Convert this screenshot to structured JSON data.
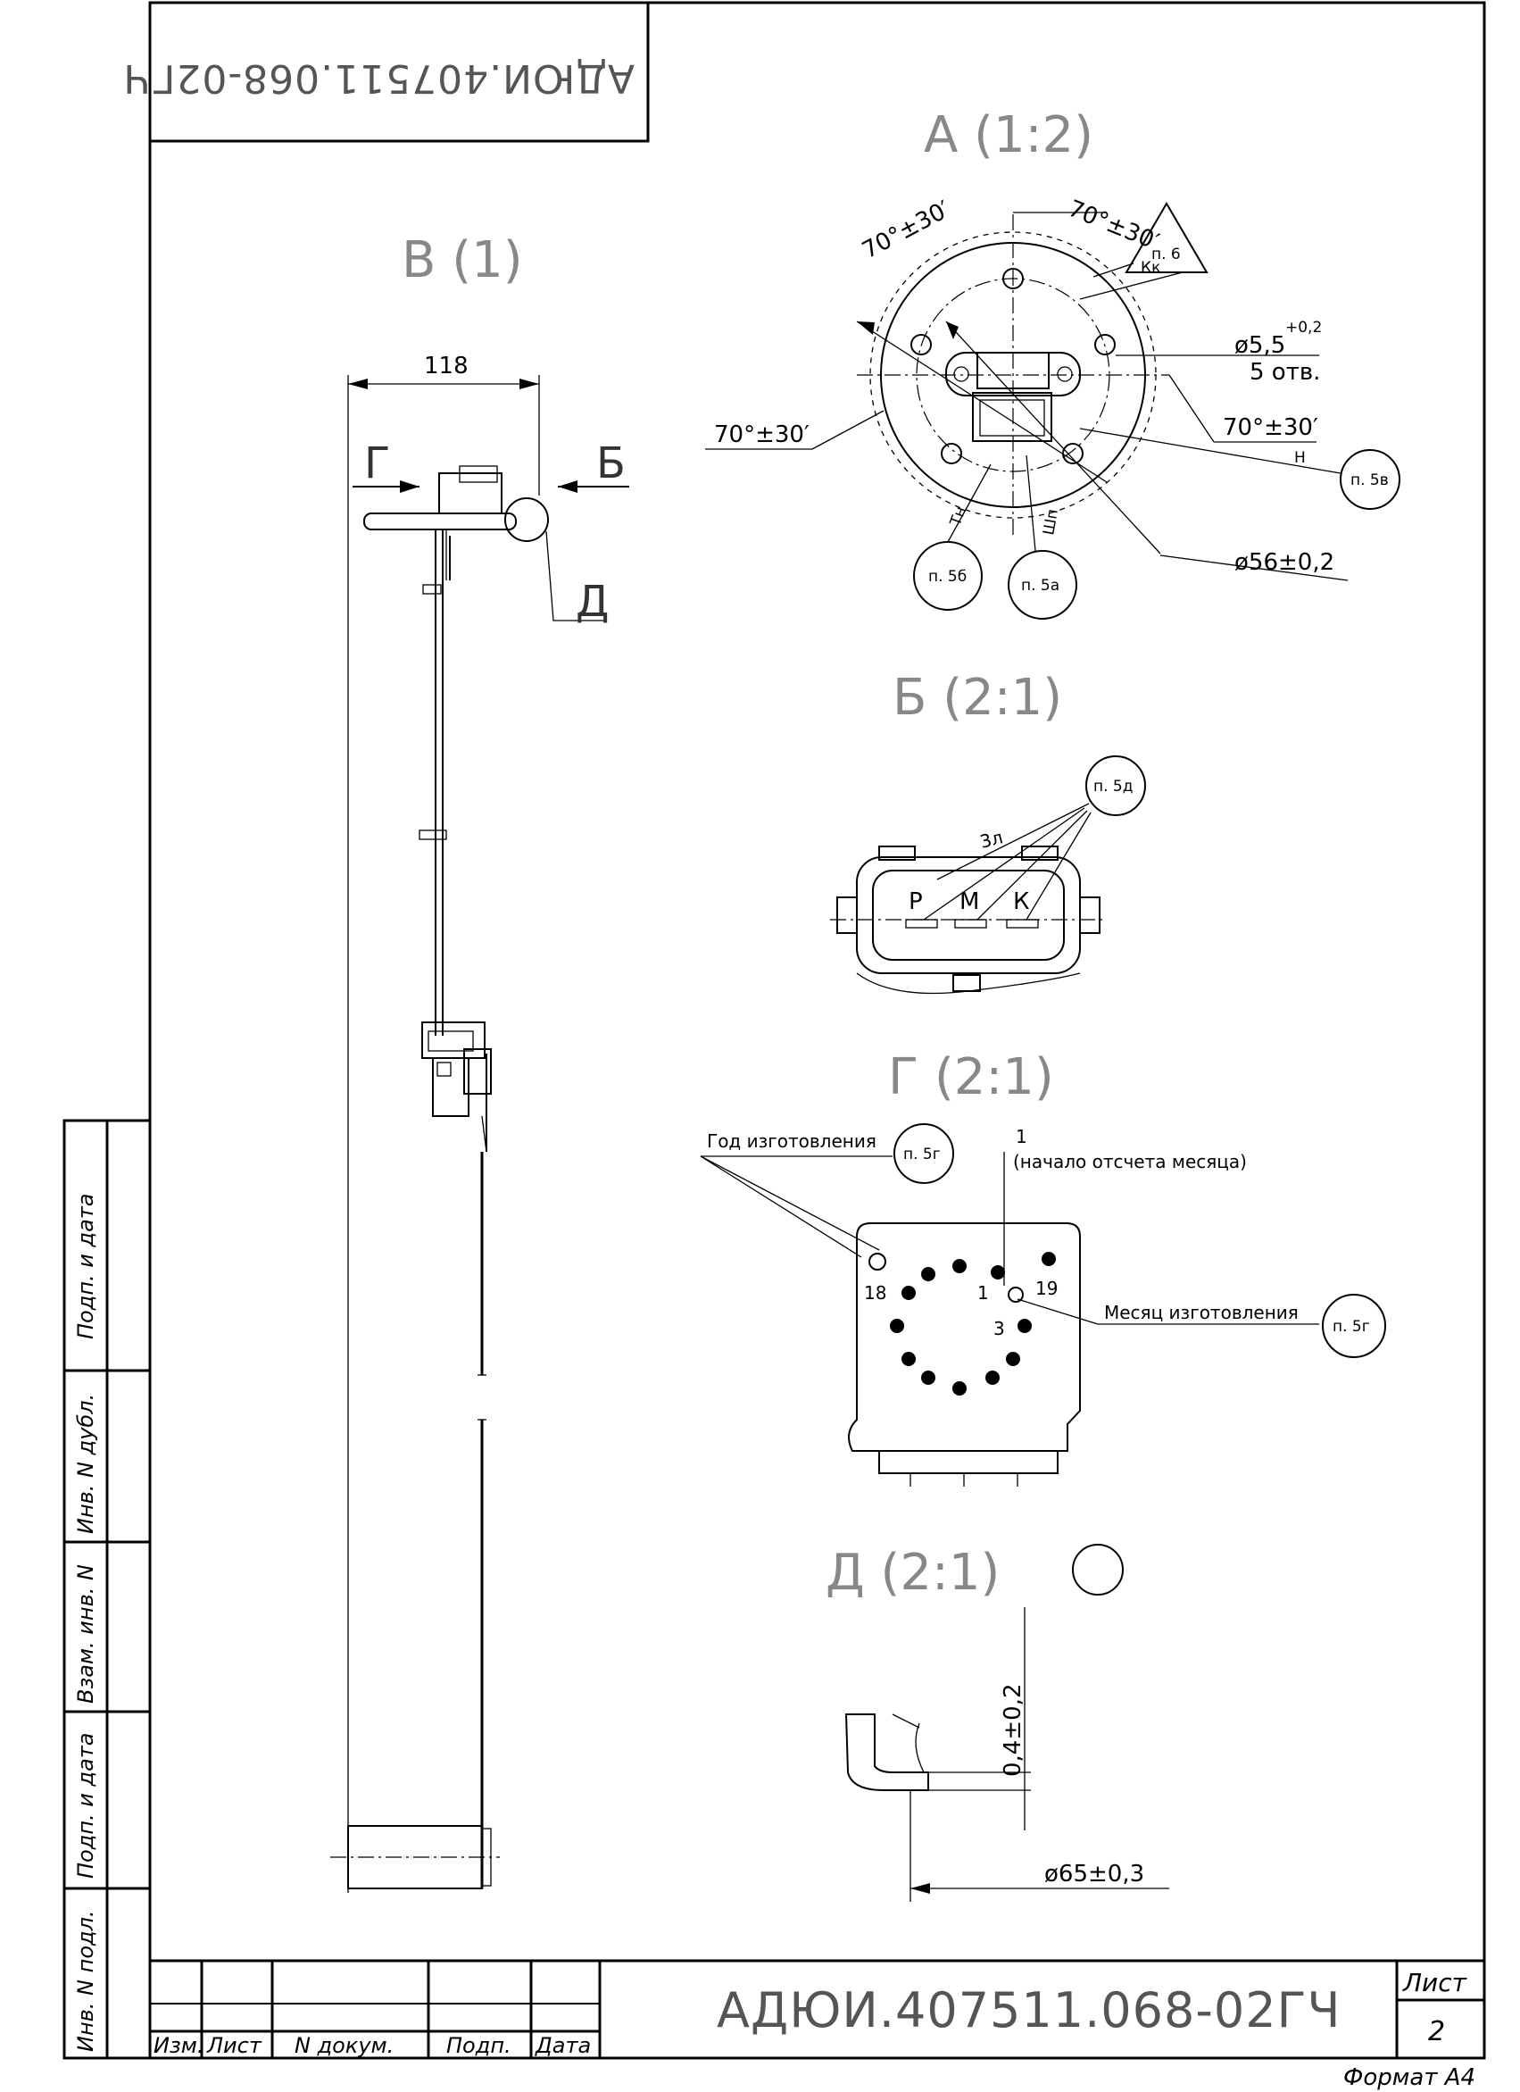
{
  "stamp_top": "АДЮИ.407511.068-02ГЧ",
  "views": {
    "A": {
      "title": "А (1:2)",
      "angle_labels": [
        "70°±30′",
        "70°±30′",
        "70°±30′",
        "70°±30′"
      ],
      "hole_diameter": "ø5,5",
      "hole_tolerance": "+0,2",
      "hole_count": "5 отв.",
      "outer_diameter": "ø56±0,2",
      "mark_kk": "Кк",
      "mark_tn": "Тн",
      "mark_shp": "Шп",
      "mark_n": "Н",
      "notes": [
        "п. 6",
        "п. 5в",
        "п. 5б",
        "п. 5а"
      ]
    },
    "V": {
      "title": "В (1)",
      "width_dim": "118",
      "arrow_g": "Г",
      "arrow_b": "Б",
      "detail_d": "Д"
    },
    "B": {
      "title": "Б (2:1)",
      "contacts": [
        "Р",
        "М",
        "К"
      ],
      "count_label": "3л",
      "note": "п. 5д"
    },
    "G": {
      "title": "Г (2:1)",
      "year_label": "Год изготовления",
      "start_number": "1",
      "start_label": "(начало отсчета месяца)",
      "month_label": "Месяц изготовления",
      "dial_numbers": [
        "18",
        "1",
        "19",
        "3"
      ],
      "notes": [
        "п. 5г",
        "п. 5г"
      ]
    },
    "D": {
      "title": "Д (2:1)",
      "thickness": "0,4±0,2",
      "diameter": "ø65±0,3"
    }
  },
  "side_column": [
    "Инв. N подл.",
    "Подп. и дата",
    "Взам. инв. N",
    "Инв. N дубл.",
    "Подп. и дата"
  ],
  "title_block": {
    "headers": [
      "Изм.",
      "Лист",
      "N докум.",
      "Подп.",
      "Дата"
    ],
    "designation": "АДЮИ.407511.068-02ГЧ",
    "sheet_label": "Лист",
    "sheet_number": "2"
  },
  "format": "Формат А4"
}
